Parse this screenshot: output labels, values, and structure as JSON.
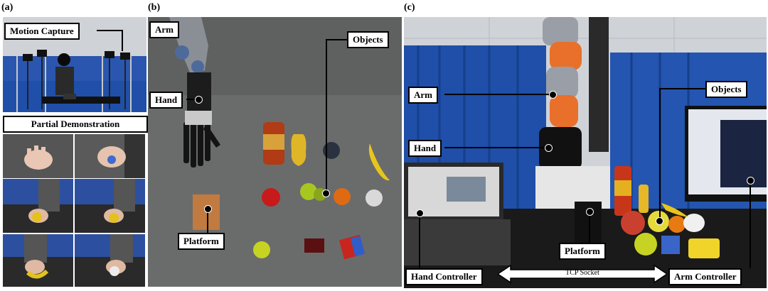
{
  "figure": {
    "panels": [
      {
        "letter": "(a)"
      },
      {
        "letter": "(b)"
      },
      {
        "letter": "(c)"
      }
    ],
    "panel_a": {
      "callouts": {
        "motion_capture": "Motion Capture",
        "partial_demo": "Partial Demonstration"
      }
    },
    "panel_b": {
      "callouts": {
        "arm": "Arm",
        "objects": "Objects",
        "hand": "Hand",
        "platform": "Platform"
      }
    },
    "panel_c": {
      "callouts": {
        "arm": "Arm",
        "objects": "Objects",
        "hand": "Hand",
        "platform": "Platform",
        "hand_controller": "Hand Controller",
        "arm_controller": "Arm Controller",
        "tcp_socket": "TCP Socket"
      }
    }
  },
  "colors": {
    "sim_bg": "#666868",
    "curtain_blue": "#1f4fa8",
    "robot_orange": "#e8702a",
    "table_black": "#1a1a1a"
  }
}
